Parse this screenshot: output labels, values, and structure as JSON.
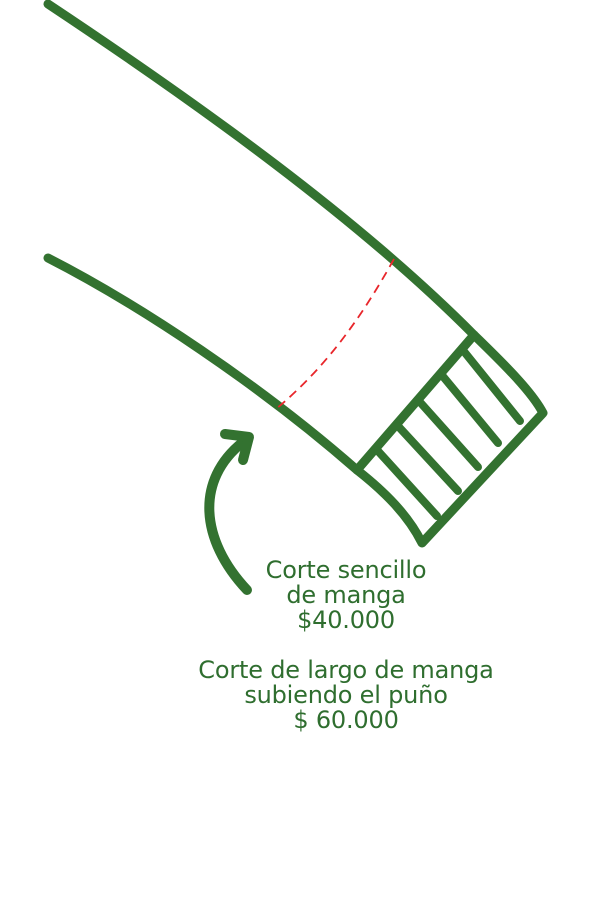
{
  "colors": {
    "outline": "#337230",
    "cut_line": "#e8262b",
    "text": "#2f6e2f",
    "background": "#ffffff"
  },
  "icons": {
    "sleeve": "sleeve-outline-icon",
    "cuff": "striped-cuff-icon",
    "cut_line": "dashed-cut-line-icon",
    "arrow": "curved-arrow-icon"
  },
  "options": [
    {
      "title_line1": "Corte sencillo",
      "title_line2": "de manga",
      "price": "$40.000"
    },
    {
      "title_line1": "Corte de largo de manga",
      "title_line2": "subiendo el puño",
      "price": "$ 60.000"
    }
  ]
}
